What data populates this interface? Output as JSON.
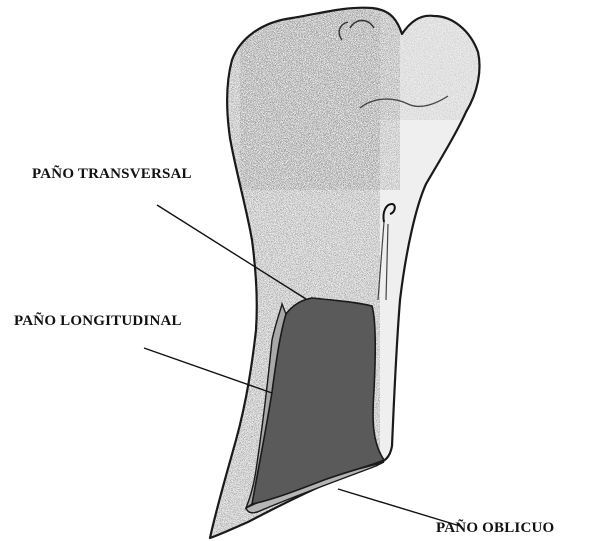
{
  "labels": {
    "transversal": "PAÑO TRANSVERSAL",
    "longitudinal": "PAÑO LONGITUDINAL",
    "oblicuo": "PAÑO OBLICUO"
  },
  "colors": {
    "bone_fill": "#efefef",
    "bone_stipple": "#8a8a8a",
    "bone_outline": "#1a1a1a",
    "transverse_face": "#5a5a5a",
    "longitudinal_face": "#a9a9a9",
    "oblique_face": "#b5b5b5",
    "leader_line": "#111111"
  }
}
